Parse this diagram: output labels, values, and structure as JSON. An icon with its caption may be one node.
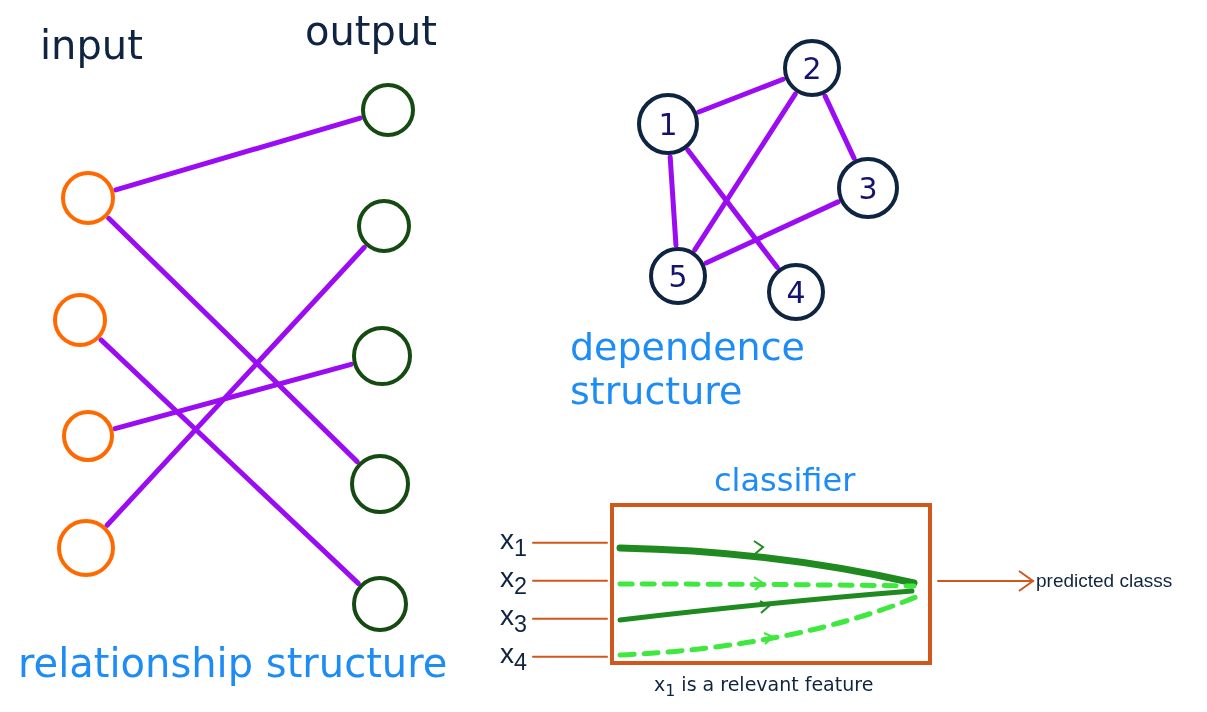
{
  "diagram": {
    "nodes": [
      {
        "text": [],
        "shape": "circle"
      },
      {
        "text": [],
        "shape": "circle"
      },
      {
        "text": [],
        "shape": "circle"
      },
      {
        "text": [],
        "shape": "circle"
      },
      {
        "text": [],
        "shape": "circle"
      },
      {
        "text": [],
        "shape": "circle"
      },
      {
        "text": [],
        "shape": "circle"
      },
      {
        "text": [],
        "shape": "circle"
      },
      {
        "text": [],
        "shape": "circle"
      },
      {
        "text": [
          "1"
        ]
      },
      {
        "text": [
          "2"
        ]
      },
      {
        "text": [
          "3"
        ]
      },
      {
        "text": [
          "4"
        ]
      },
      {
        "text": [
          "5"
        ]
      },
      {
        "text": [
          "classifier"
        ],
        "beside": [
          "x$_{1}$ is a relevant feature"
        ]
      },
      {
        "text": [
          "x$_{1}$"
        ]
      },
      {
        "text": [
          "x$_{2}$"
        ]
      },
      {
        "text": [
          "x$_{3}$"
        ]
      },
      {
        "text": [
          "x$_{4}$"
        ]
      },
      {
        "text": [
          "predicted classs"
        ]
      }
    ],
    "edges": [
      {
        "from": 0,
        "to": 4,
        "arrow": "none"
      },
      {
        "from": 0,
        "to": 7,
        "arrow": "none"
      },
      {
        "from": 1,
        "to": 8,
        "arrow": "none"
      },
      {
        "from": 2,
        "to": 6,
        "arrow": "none"
      },
      {
        "from": 3,
        "to": 5,
        "arrow": "none"
      },
      {
        "from": 9,
        "to": 10,
        "arrow": "none"
      },
      {
        "from": 9,
        "to": 13,
        "arrow": "none"
      },
      {
        "from": 9,
        "to": 12,
        "arrow": "none"
      },
      {
        "from": 10,
        "to": 13,
        "arrow": "none"
      },
      {
        "from": 10,
        "to": 11,
        "arrow": "none"
      },
      {
        "from": 11,
        "to": 13,
        "arrow": "none"
      },
      {
        "from": 15,
        "to": 14,
        "arrow": "none",
        "color": "#d0581c"
      },
      {
        "from": 16,
        "to": 14,
        "arrow": "none",
        "color": "#d0581c"
      },
      {
        "from": 17,
        "to": 14,
        "arrow": "none",
        "color": "#d0581c"
      },
      {
        "from": 18,
        "to": 14,
        "arrow": "none",
        "color": "#d0581c"
      },
      {
        "from": 14,
        "to": 19,
        "arrow": "to",
        "color": "#d0581c"
      }
    ],
    "labels": [
      "input",
      "output",
      "dependence structure",
      "relationship structure"
    ]
  }
}
